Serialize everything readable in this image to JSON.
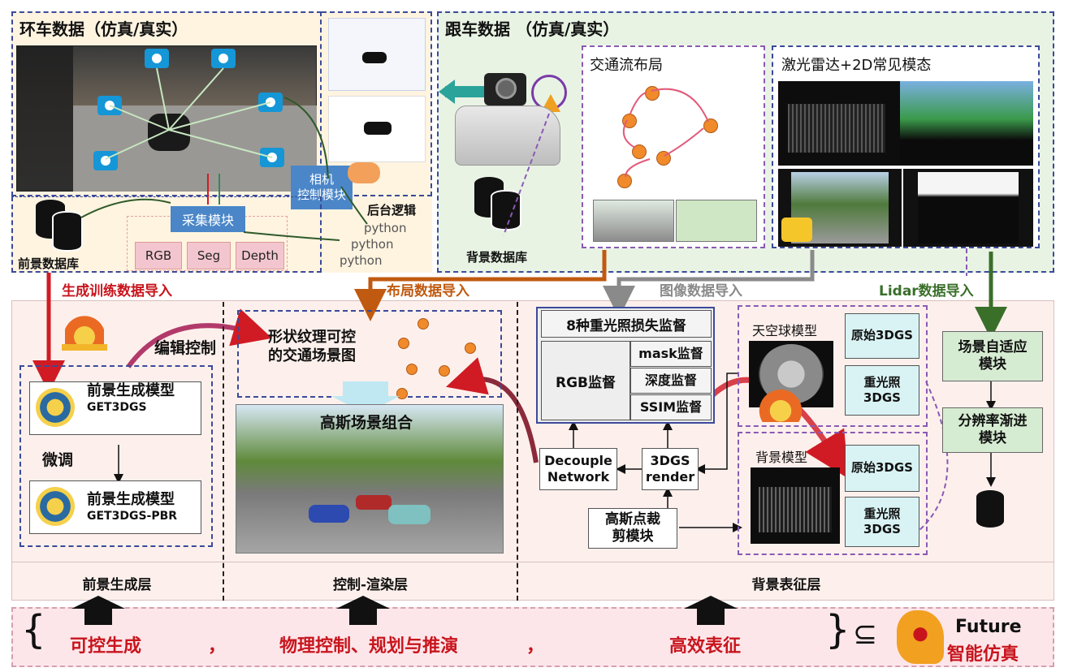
{
  "top_left": {
    "title": "环车数据（仿真/真实）",
    "collect_module": "采集模块",
    "camera_module": "相机\n控制模块",
    "backend_logic": "后台逻辑",
    "fg_db_label": "前景数据库",
    "buttons": [
      "RGB",
      "Seg",
      "Depth"
    ],
    "python": [
      "python",
      "python",
      "python"
    ]
  },
  "top_right": {
    "title": "跟车数据 （仿真/真实）",
    "traffic_layout": "交通流布局",
    "lidar_title": "激光雷达+2D常见模态",
    "bg_db_label": "背景数据库"
  },
  "flows": {
    "gen_train": "生成训练数据导入",
    "layout_import": "布局数据导入",
    "image_import": "图像数据导入",
    "lidar_import": "Lidar数据导入"
  },
  "left_layer": {
    "edit_control": "编辑控制",
    "model1_title": "前景生成模型",
    "model1_sub": "GET3DGS",
    "finetune": "微调",
    "model2_title": "前景生成模型",
    "model2_sub": "GET3DGS-PBR",
    "layer": "前景生成层"
  },
  "mid_layer": {
    "scene_graph": "形状纹理可控\n的交通场景图",
    "gaussian_combo": "高斯场景组合",
    "layer": "控制-渲染层"
  },
  "right_layer": {
    "relight_title": "8种重光照损失监督",
    "rgb": "RGB监督",
    "mask": "mask监督",
    "depth": "深度监督",
    "ssim": "SSIM监督",
    "decouple": "Decouple\nNetwork",
    "render": "3DGS\nrender",
    "crop": "高斯点裁\n剪模块",
    "sky_model": "天空球模型",
    "bg_model": "背景模型",
    "orig1": "原始3DGS",
    "relit1": "重光照\n3DGS",
    "orig2": "原始3DGS",
    "relit2": "重光照\n3DGS",
    "adapt": "场景自适应\n模块",
    "res": "分辨率渐进\n模块",
    "layer": "背景表征层"
  },
  "bottom": {
    "brace_open": "{",
    "item1": "可控生成",
    "comma1": "，",
    "item2": "物理控制、规划与推演",
    "comma2": "，",
    "item3": "高效表征",
    "brace_close": "}",
    "subset": "⊆",
    "future": "Future",
    "smart": "智能仿真"
  },
  "colors": {
    "red": "#c8151d",
    "orange": "#c05a10",
    "gray": "#8a8a8a",
    "green": "#3a6f2a",
    "blue": "#3b4a9a"
  }
}
